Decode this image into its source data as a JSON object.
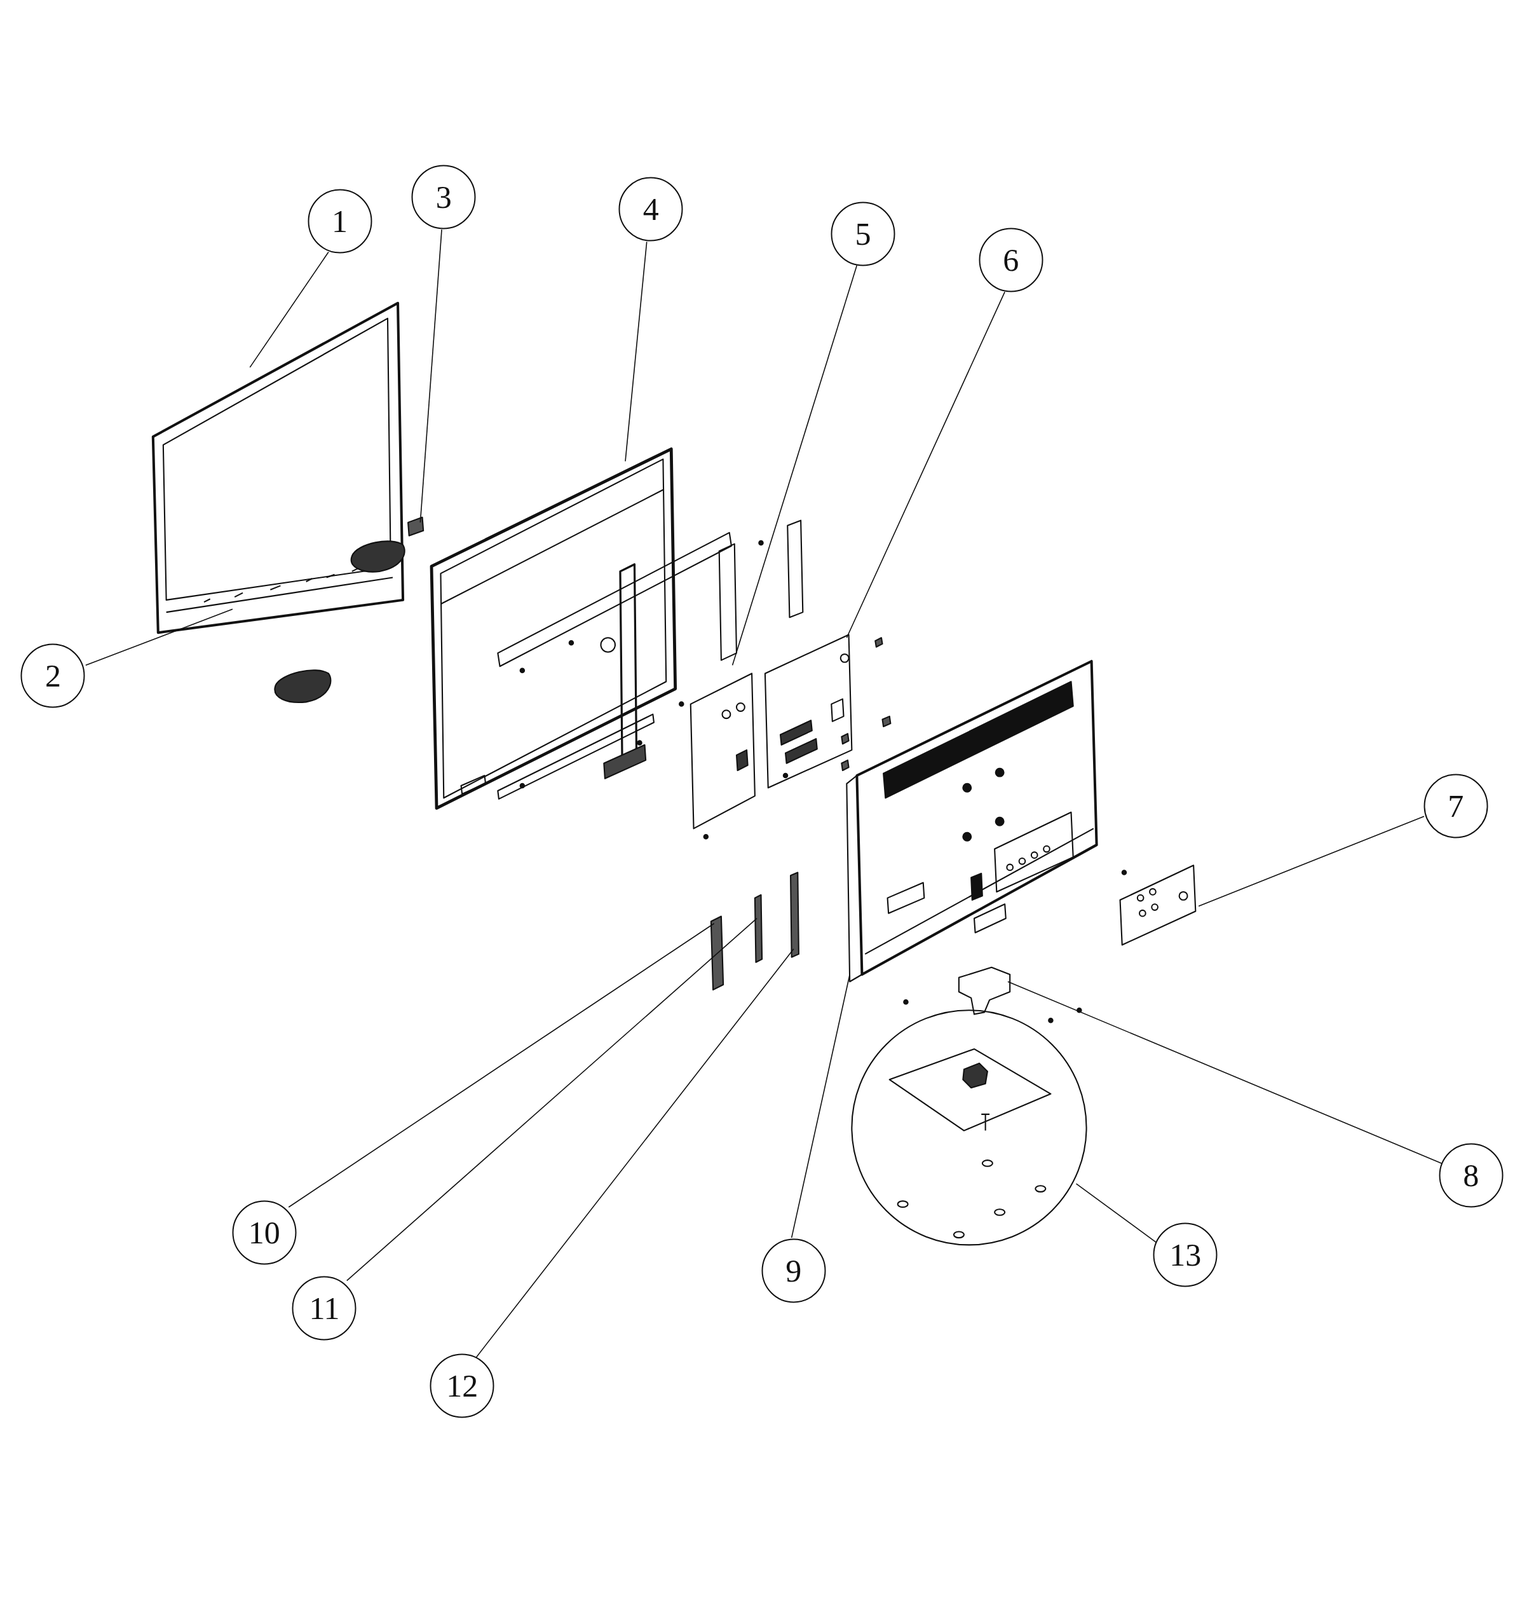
{
  "diagram": {
    "nodes": [
      {
        "text": [
          "1"
        ]
      },
      {
        "text": [
          "2"
        ]
      },
      {
        "text": [
          "3"
        ]
      },
      {
        "text": [
          "4"
        ]
      },
      {
        "text": [
          "5"
        ]
      },
      {
        "text": [
          "6"
        ]
      },
      {
        "text": [
          "7"
        ]
      },
      {
        "text": [
          "8"
        ]
      },
      {
        "text": [
          "9"
        ]
      },
      {
        "text": [
          "10"
        ]
      },
      {
        "text": [
          "11"
        ]
      },
      {
        "text": [
          "12"
        ]
      },
      {
        "text": [
          "13"
        ]
      }
    ]
  }
}
